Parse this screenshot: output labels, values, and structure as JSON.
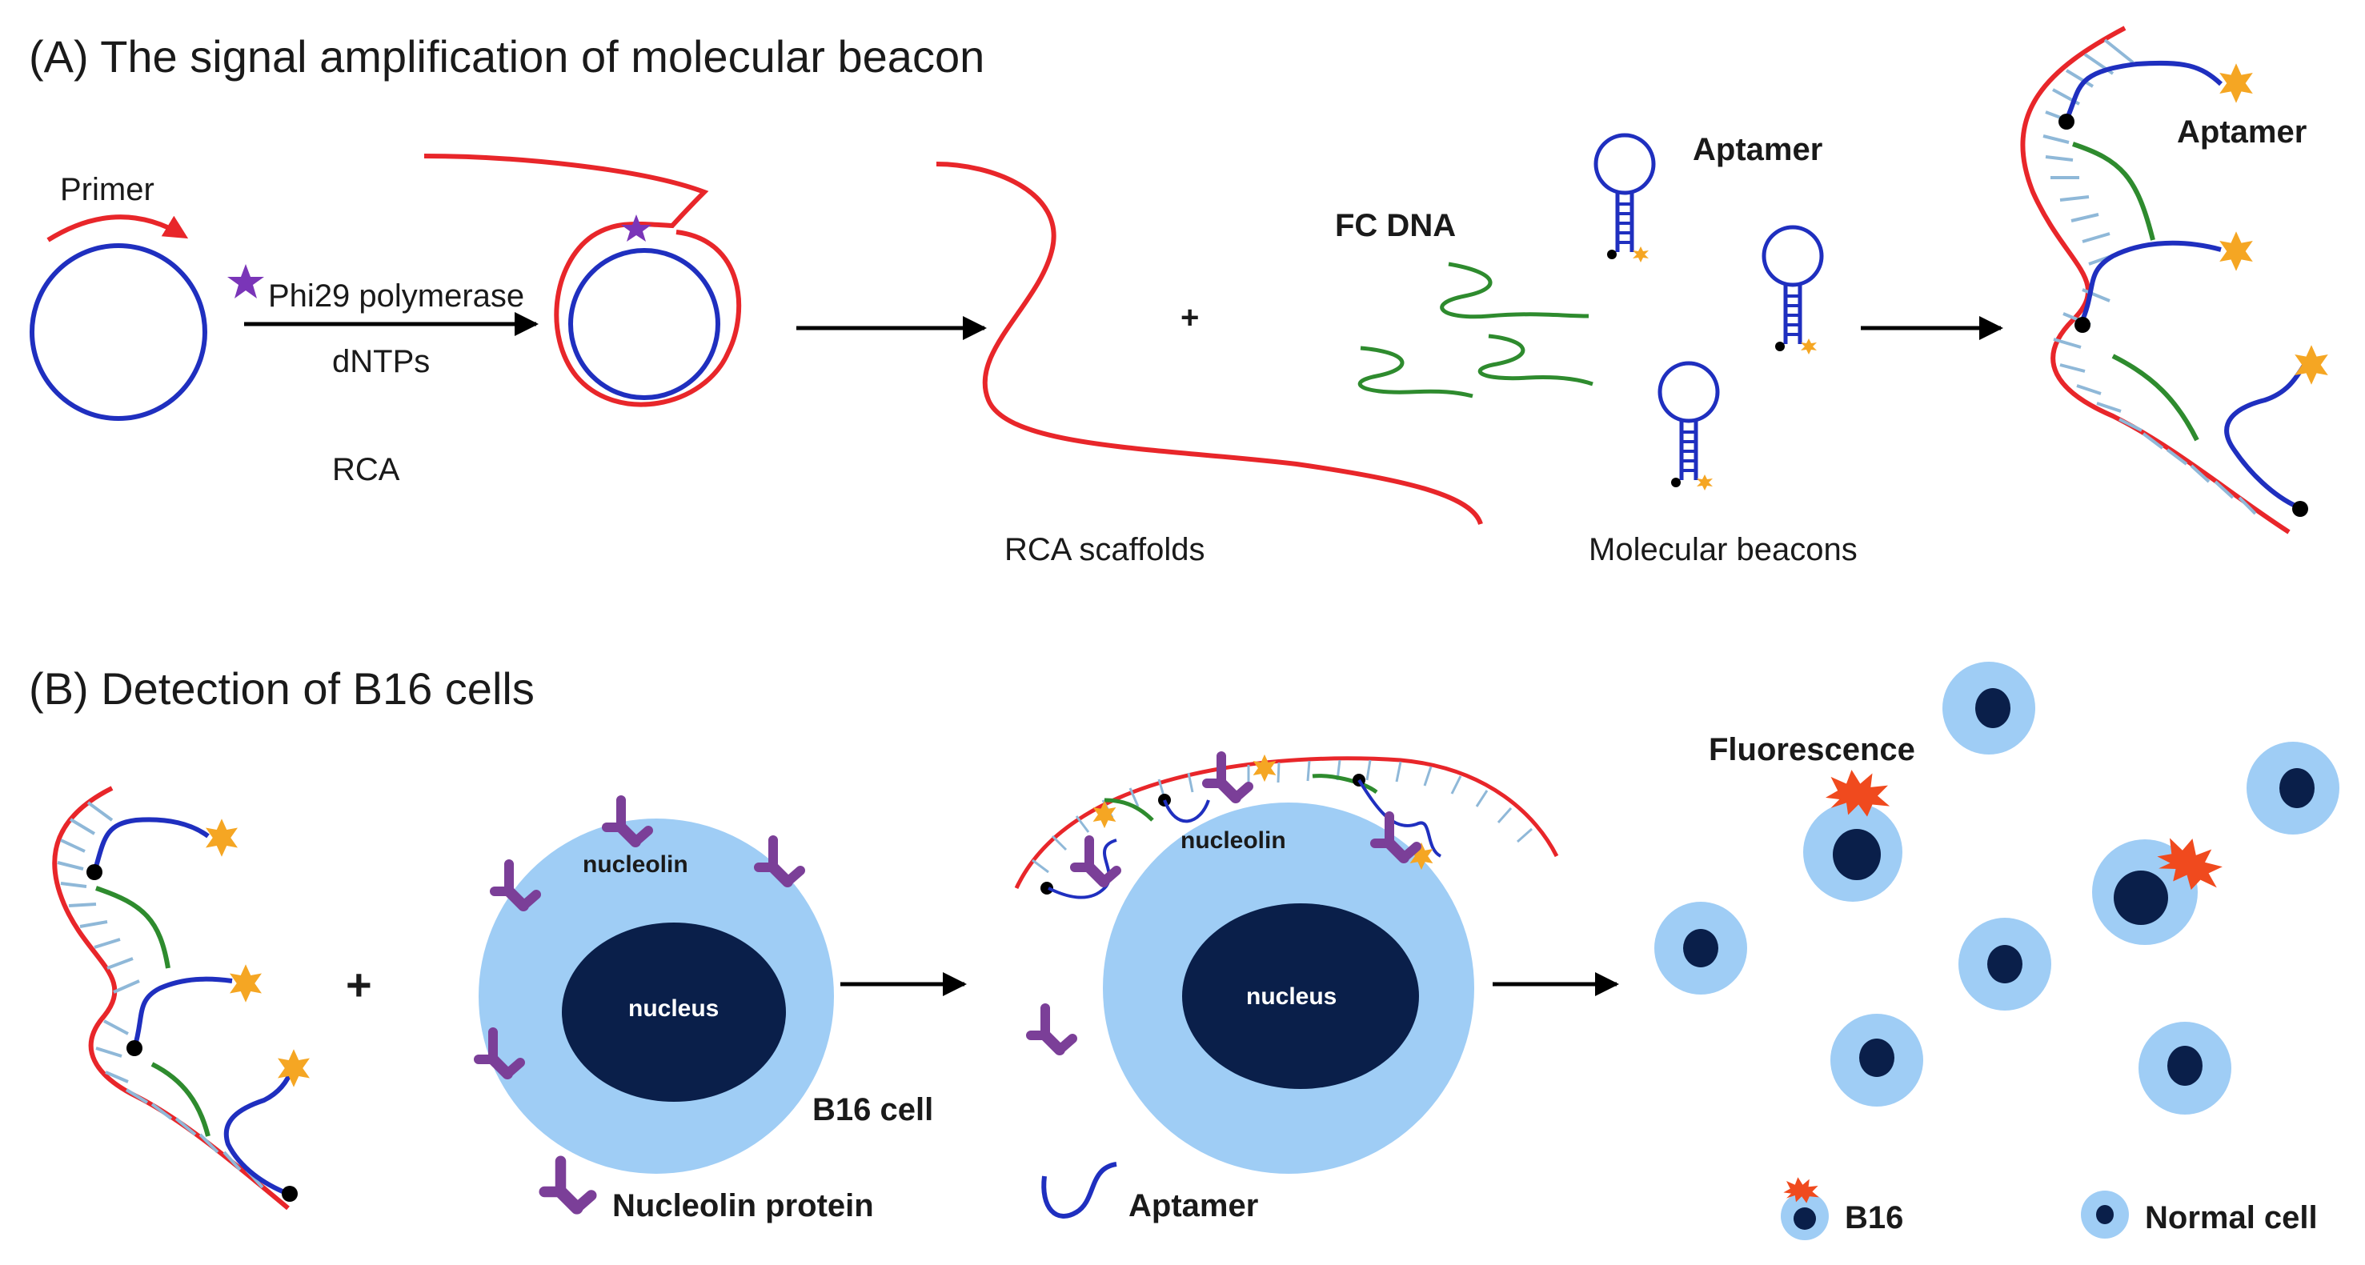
{
  "panel_a": {
    "heading": "(A) The signal amplification of molecular beacon",
    "primer": "Primer",
    "polymerase": "Phi29 polymerase",
    "dntps": "dNTPs",
    "rca": "RCA",
    "plus": "+",
    "rca_scaffolds": "RCA scaffolds",
    "fc_dna": "FC DNA",
    "aptamer_beacon": "Aptamer",
    "molecular_beacons": "Molecular  beacons",
    "aptamer_product": "Aptamer"
  },
  "panel_b": {
    "heading": "(B) Detection of B16 cells",
    "plus": "+",
    "nucleolin_label": "nucleolin",
    "nucleus_label": "nucleus",
    "b16_cell": "B16  cell",
    "nucleolin_bound": "nucleolin",
    "nucleus_bound": "nucleus",
    "fluorescence": "Fluorescence",
    "legend_nucleolin": "Nucleolin protein",
    "legend_aptamer": "Aptamer",
    "legend_b16": "B16",
    "legend_normal": "Normal cell"
  },
  "colors": {
    "strand_red": "#e8262a",
    "circle_blue": "#1f2fbf",
    "fc_green": "#2e8b2e",
    "rung_blue": "#8fb8d8",
    "star_orange": "#f5a623",
    "polymerase_purple": "#7a35b8",
    "protein_purple": "#7b3f98",
    "cell_blue": "#9fcdf5",
    "nucleus_navy": "#0a1f4a",
    "burst_red": "#f04a1e"
  }
}
